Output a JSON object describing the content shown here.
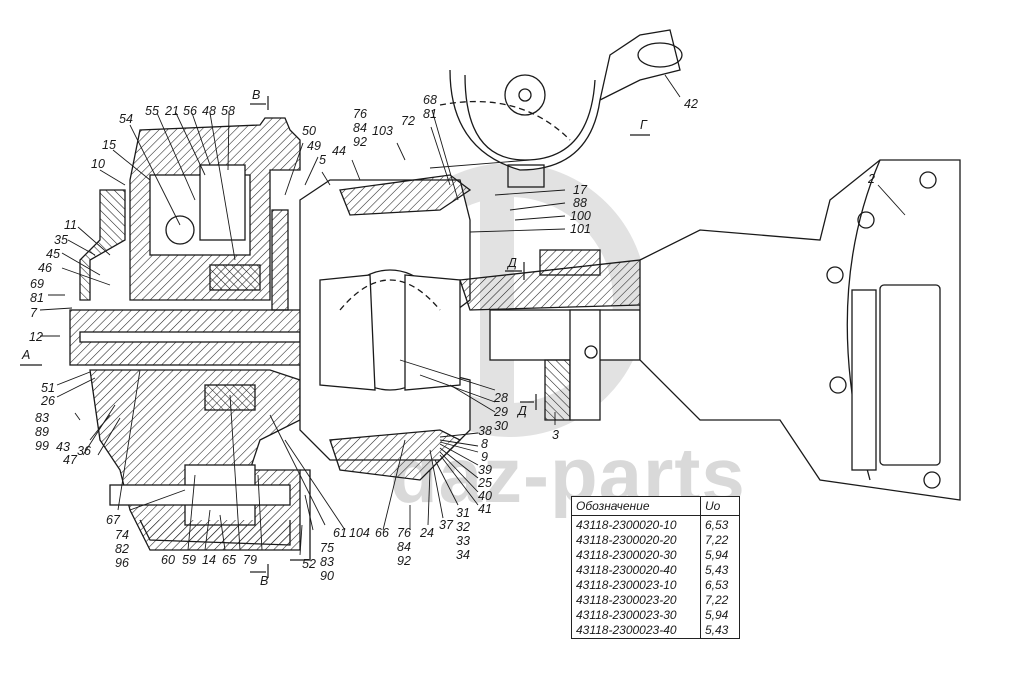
{
  "watermark": {
    "text": "daz-parts",
    "color": "#d9d9d9"
  },
  "section_marks": {
    "B_top": "В",
    "B_bottom": "В",
    "A": "А",
    "G": "Г",
    "D_top": "Д",
    "D_bottom": "Д"
  },
  "callouts": [
    {
      "id": "c54",
      "text": "54"
    },
    {
      "id": "c55",
      "text": "55"
    },
    {
      "id": "c21",
      "text": "21"
    },
    {
      "id": "c56",
      "text": "56"
    },
    {
      "id": "c48",
      "text": "48"
    },
    {
      "id": "c58",
      "text": "58"
    },
    {
      "id": "c15",
      "text": "15"
    },
    {
      "id": "c10",
      "text": "10"
    },
    {
      "id": "c11",
      "text": "11"
    },
    {
      "id": "c35",
      "text": "35"
    },
    {
      "id": "c45",
      "text": "45"
    },
    {
      "id": "c46",
      "text": "46"
    },
    {
      "id": "c69_81",
      "text": "69\n81"
    },
    {
      "id": "c7",
      "text": "7"
    },
    {
      "id": "c12",
      "text": "12"
    },
    {
      "id": "c51",
      "text": "51"
    },
    {
      "id": "c26",
      "text": "26"
    },
    {
      "id": "c83_89_99",
      "text": "83\n89\n99"
    },
    {
      "id": "c43",
      "text": "43"
    },
    {
      "id": "c36",
      "text": "36"
    },
    {
      "id": "c47",
      "text": "47"
    },
    {
      "id": "c67",
      "text": "67"
    },
    {
      "id": "c74_82_96",
      "text": "74\n82\n96"
    },
    {
      "id": "c60",
      "text": "60"
    },
    {
      "id": "c59",
      "text": "59"
    },
    {
      "id": "c14",
      "text": "14"
    },
    {
      "id": "c65",
      "text": "65"
    },
    {
      "id": "c79",
      "text": "79"
    },
    {
      "id": "c52",
      "text": "52"
    },
    {
      "id": "c75_83_90",
      "text": "75\n83\n90"
    },
    {
      "id": "c61",
      "text": "61"
    },
    {
      "id": "c104",
      "text": "104"
    },
    {
      "id": "c66",
      "text": "66"
    },
    {
      "id": "c76_84_92_b",
      "text": "76\n84\n92"
    },
    {
      "id": "c24",
      "text": "24"
    },
    {
      "id": "c37",
      "text": "37"
    },
    {
      "id": "c31_34",
      "text": "31\n32\n33\n34"
    },
    {
      "id": "c41",
      "text": "41"
    },
    {
      "id": "c40",
      "text": "40"
    },
    {
      "id": "c25",
      "text": "25"
    },
    {
      "id": "c39",
      "text": "39"
    },
    {
      "id": "c9",
      "text": "9"
    },
    {
      "id": "c8",
      "text": "8"
    },
    {
      "id": "c38",
      "text": "38"
    },
    {
      "id": "c28_30",
      "text": "28\n29\n30"
    },
    {
      "id": "c3",
      "text": "3"
    },
    {
      "id": "c50",
      "text": "50"
    },
    {
      "id": "c49",
      "text": "49"
    },
    {
      "id": "c5",
      "text": "5"
    },
    {
      "id": "c44",
      "text": "44"
    },
    {
      "id": "c76_84_92_t",
      "text": "76\n84\n92"
    },
    {
      "id": "c103",
      "text": "103"
    },
    {
      "id": "c72",
      "text": "72"
    },
    {
      "id": "c68_81",
      "text": "68\n81"
    },
    {
      "id": "c17",
      "text": "17"
    },
    {
      "id": "c88",
      "text": "88"
    },
    {
      "id": "c100",
      "text": "100"
    },
    {
      "id": "c101",
      "text": "101"
    },
    {
      "id": "c42",
      "text": "42"
    },
    {
      "id": "c2",
      "text": "2"
    }
  ],
  "spec_table": {
    "headers": [
      "Обозначение",
      "Uo"
    ],
    "rows": [
      [
        "43118-2300020-10",
        "6,53"
      ],
      [
        "43118-2300020-20",
        "7,22"
      ],
      [
        "43118-2300020-30",
        "5,94"
      ],
      [
        "43118-2300020-40",
        "5,43"
      ],
      [
        "43118-2300023-10",
        "6,53"
      ],
      [
        "43118-2300023-20",
        "7,22"
      ],
      [
        "43118-2300023-30",
        "5,94"
      ],
      [
        "43118-2300023-40",
        "5,43"
      ]
    ]
  }
}
